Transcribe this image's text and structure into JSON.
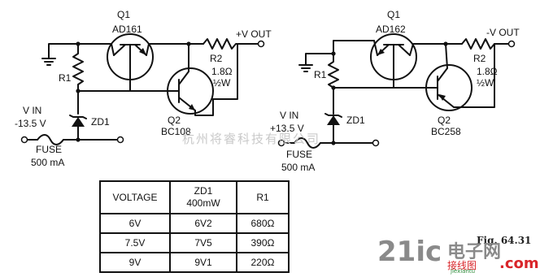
{
  "left": {
    "q_name": "Q1",
    "q_part": "AD161",
    "output": "+V OUT",
    "r2_name": "R2",
    "r2_value": "1.8Ω",
    "r2_power": "½W",
    "r1_name": "R1",
    "zd_name": "ZD1",
    "q2_name": "Q2",
    "q2_part": "BC108",
    "vin_label": "V IN",
    "vin_value": "-13.5 V",
    "fuse_label": "FUSE",
    "fuse_value": "500 mA"
  },
  "right": {
    "q_name": "Q1",
    "q_part": "AD162",
    "output": "-V OUT",
    "r2_name": "R2",
    "r2_value": "1.8Ω",
    "r2_power": "½W",
    "r1_name": "R1",
    "zd_name": "ZD1",
    "q2_name": "Q2",
    "q2_part": "BC258",
    "vin_label": "V IN",
    "vin_value": "+13.5 V",
    "fuse_label": "FUSE",
    "fuse_value": "500 mA"
  },
  "table": {
    "headers": [
      "VOLTAGE",
      "ZD1",
      "400mW",
      "R1"
    ],
    "rows": [
      [
        "6V",
        "6V2",
        "680Ω"
      ],
      [
        "7.5V",
        "7V5",
        "390Ω"
      ],
      [
        "9V",
        "9V1",
        "220Ω"
      ]
    ]
  },
  "figure_label": "Fig. 64.31",
  "watermark": "杭州将睿科技有限公司",
  "logo": {
    "brand": "21ic",
    "cn1": "电子网",
    "cn2": "接线图",
    "domain": ".com",
    "url": "jiexiantu",
    "colors": {
      "red": "#d9252a",
      "gray": "#8a8a8a",
      "green": "#2e8b3a"
    }
  }
}
